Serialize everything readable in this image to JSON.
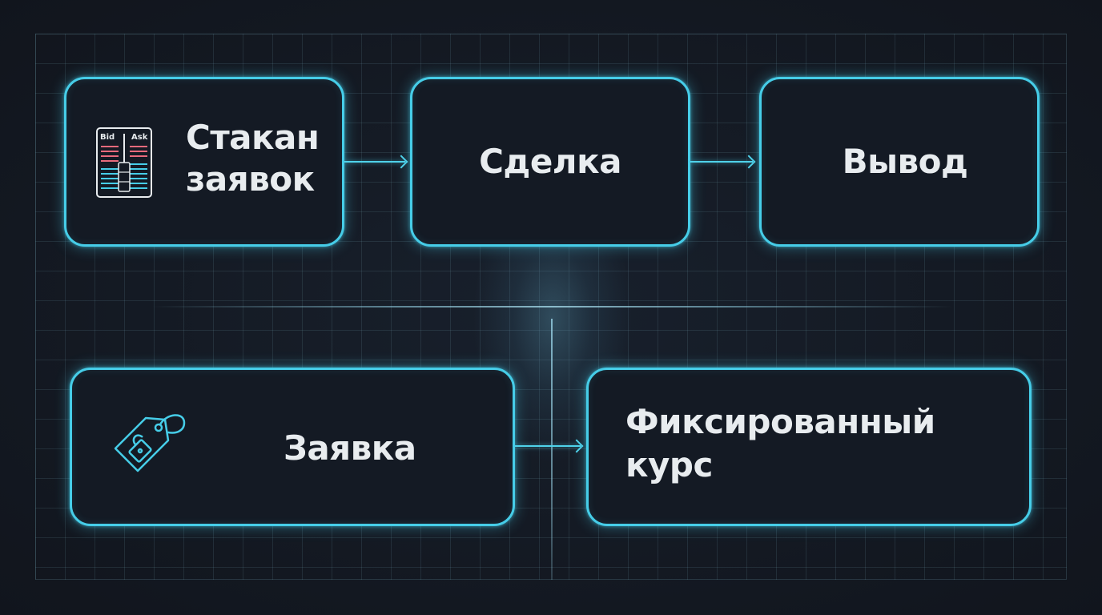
{
  "nodes": {
    "order_book": {
      "label_line1": "Стакан",
      "label_line2": "заявок",
      "icon": "order-book-icon",
      "icon_bid": "Bid",
      "icon_ask": "Ask"
    },
    "deal": {
      "label": "Сделка"
    },
    "output": {
      "label": "Вывод"
    },
    "order": {
      "label": "Заявка",
      "icon": "price-tag-lock-icon"
    },
    "fixed_rate": {
      "label_line1": "Фиксированный",
      "label_line2": "курс"
    }
  },
  "colors": {
    "background": "#151a24",
    "accent": "#46cde8",
    "text": "#e8ecef",
    "bid": "#e86a7c",
    "ask": "#46cde8"
  }
}
